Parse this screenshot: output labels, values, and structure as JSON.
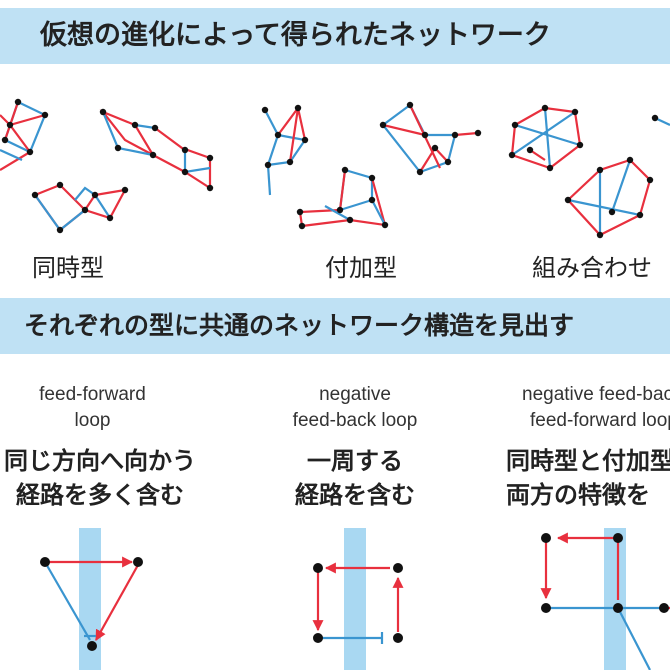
{
  "header": {
    "title": "仮想の進化によって得られたネットワーク"
  },
  "types": {
    "simultaneous": "同時型",
    "additive": "付加型",
    "combined": "組み合わせ"
  },
  "subheader": {
    "title": "それぞれの型に共通のネットワーク構造を見出す"
  },
  "columns": [
    {
      "en_line1": "feed-forward",
      "en_line2": "loop",
      "jp_line1": "同じ方向へ向かう",
      "jp_line2": "経路を多く含む"
    },
    {
      "en_line1": "negative",
      "en_line2": "feed-back loop",
      "jp_line1": "一周する",
      "jp_line2": "経路を含む"
    },
    {
      "en_line1": "negative feed-back",
      "en_line2": "feed-forward loop",
      "jp_line1": "同時型と付加型",
      "jp_line2": "両方の特徴を"
    }
  ],
  "colors": {
    "banner": "#bfe1f4",
    "red": "#e8303e",
    "blue": "#3a95d0",
    "node": "#111111",
    "stripe": "#a9d8f2"
  }
}
